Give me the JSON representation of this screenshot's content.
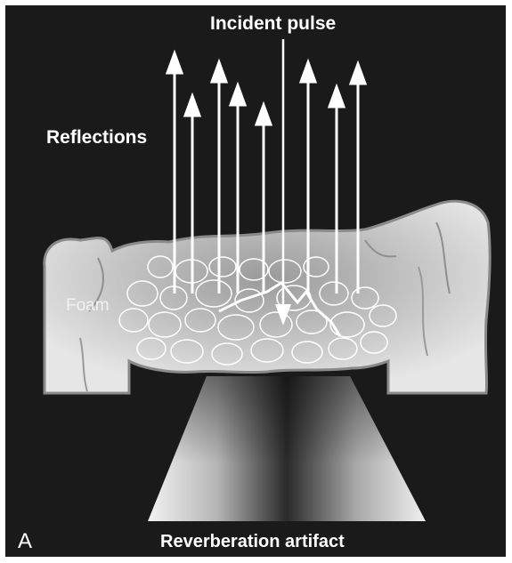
{
  "labels": {
    "incident": "Incident pulse",
    "reflections": "Reflections",
    "foam": "Foam",
    "panel": "A",
    "reverberation": "Reverberation artifact"
  },
  "colors": {
    "background": "#1a1a1a",
    "border": "#ffffff",
    "tissue": "#d9d9d9",
    "arrow": "#ffffff"
  },
  "icons": {
    "incident_arrow": "arrow-down-icon",
    "reflection_arrow": "arrow-up-icon"
  }
}
